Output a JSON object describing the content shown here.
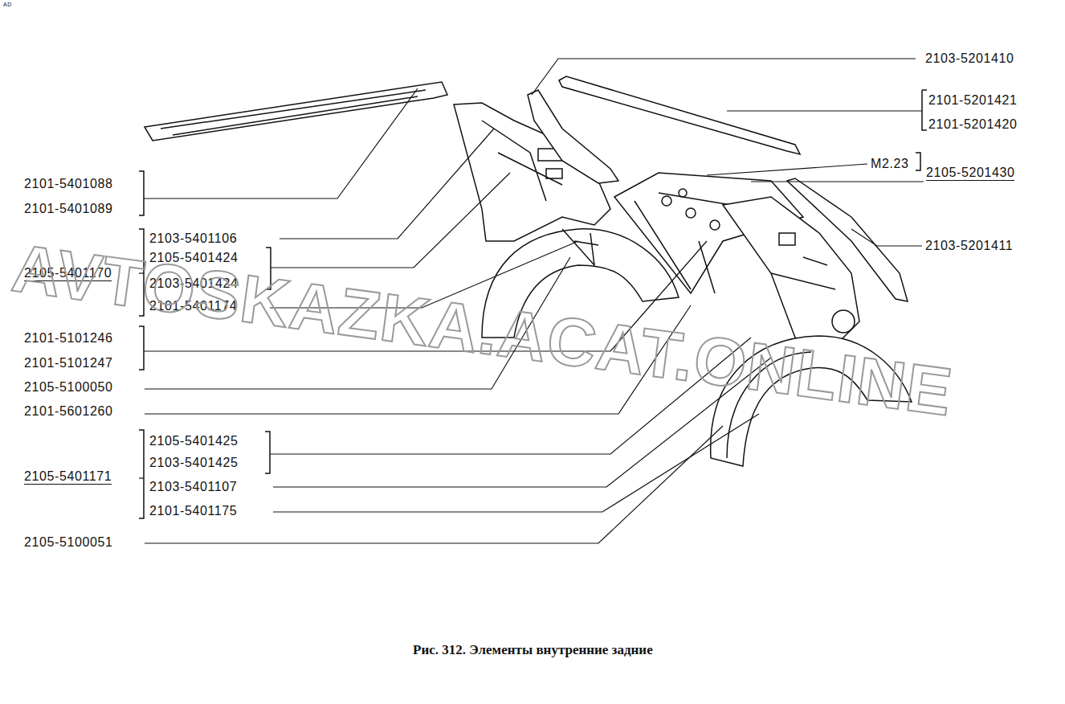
{
  "diagram": {
    "caption": "Рис. 312. Элементы внутренние задние",
    "labels": [
      "AD",
      "2103-5201410",
      "2101-5201421",
      "2101-5201420",
      "M2.23",
      "2105-5201430",
      "2101-5401088",
      "2101-5401089",
      "2103-5401106",
      "2103-5201411",
      "2105-5401424",
      "2105-5401170",
      "2103-5401424",
      "2101-5401174",
      "2101-5101246",
      "2101-5101247",
      "2105-5100050",
      "2101-5601260",
      "2105-5401425",
      "2103-5401425",
      "2105-5401171",
      "2103-5401107",
      "2101-5401175",
      "2105-5100051",
      "AVTOSKAZKA.ACAT.ONLINE"
    ]
  }
}
